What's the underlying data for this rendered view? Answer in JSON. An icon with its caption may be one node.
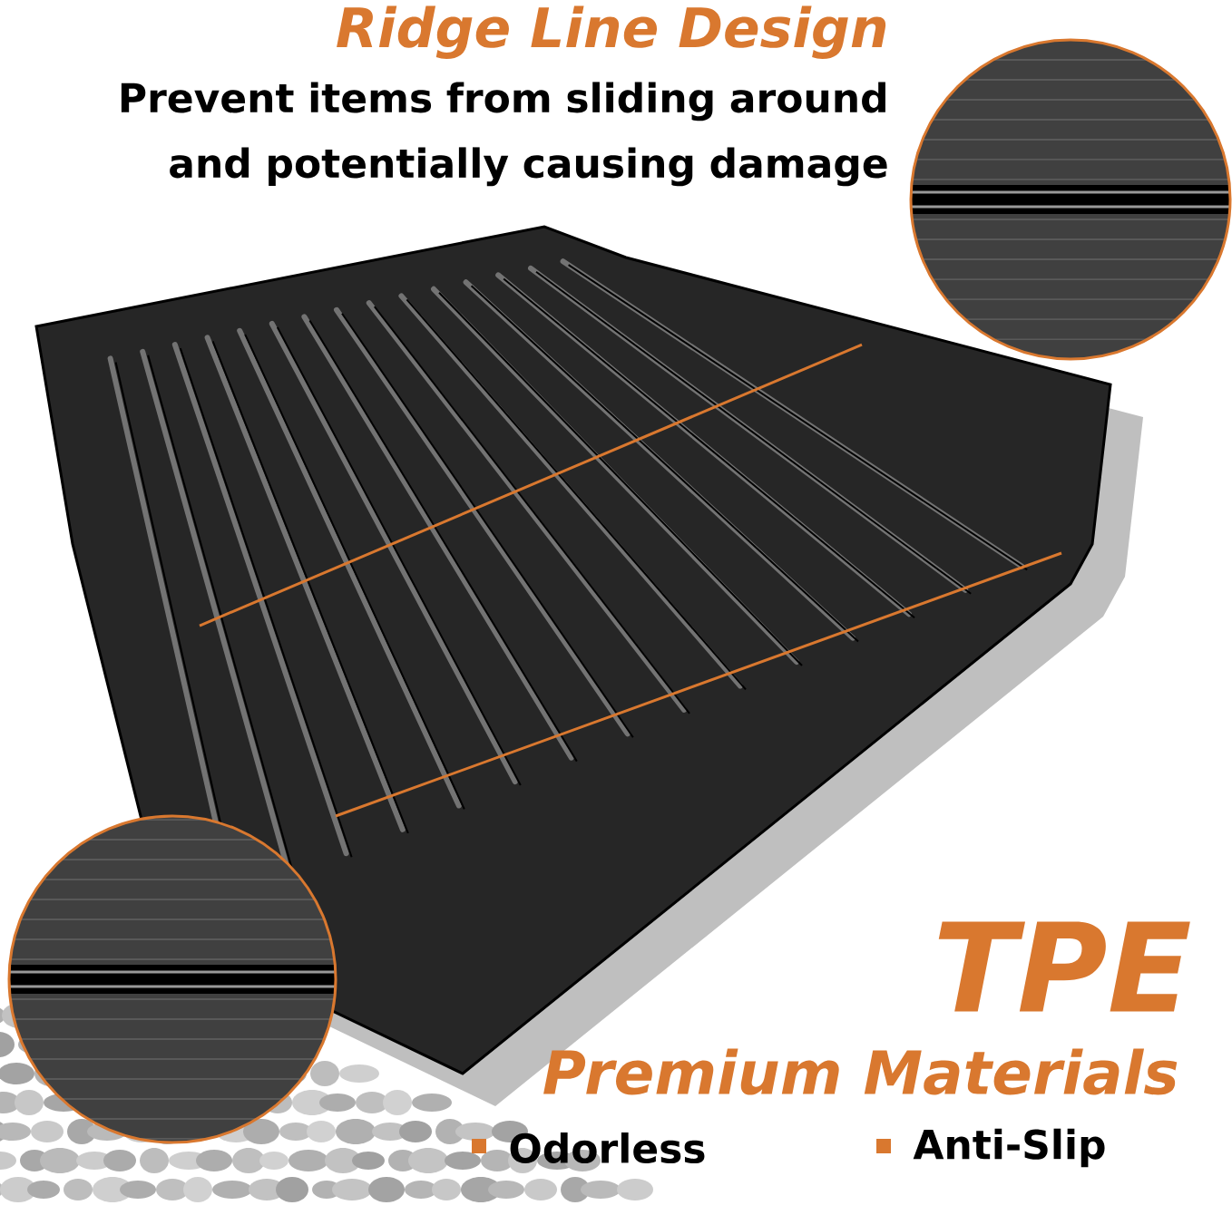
{
  "diagram": {
    "labels": [
      "Ridge Line Design",
      "Prevent items from sliding around and potentially causing damage",
      "TPE",
      "Premium Materials",
      "Odorless",
      "Anti-Slip"
    ]
  }
}
